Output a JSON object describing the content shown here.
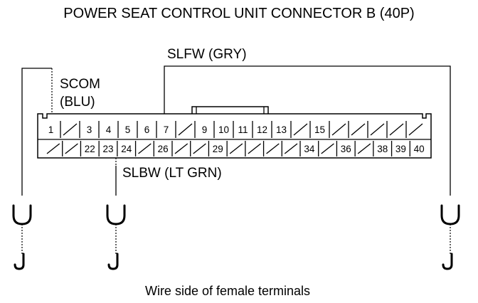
{
  "diagram": {
    "title": "POWER SEAT CONTROL UNIT CONNECTOR B (40P)",
    "caption": "Wire side of female terminals",
    "wires": {
      "scom_name": "SCOM",
      "scom_color": "(BLU)",
      "slfw": "SLFW (GRY)",
      "slbw": "SLBW (LT GRN)"
    },
    "connector": {
      "top_row": [
        "1",
        "",
        "3",
        "4",
        "5",
        "6",
        "7",
        "",
        "9",
        "10",
        "11",
        "12",
        "13",
        "",
        "15",
        "",
        "",
        "",
        "",
        ""
      ],
      "bottom_row": [
        "",
        "",
        "22",
        "23",
        "24",
        "",
        "26",
        "",
        "",
        "29",
        "",
        "",
        "",
        "",
        "34",
        "",
        "36",
        "",
        "38",
        "39",
        "40"
      ]
    },
    "colors": {
      "line": "#000000",
      "background": "#ffffff"
    }
  }
}
